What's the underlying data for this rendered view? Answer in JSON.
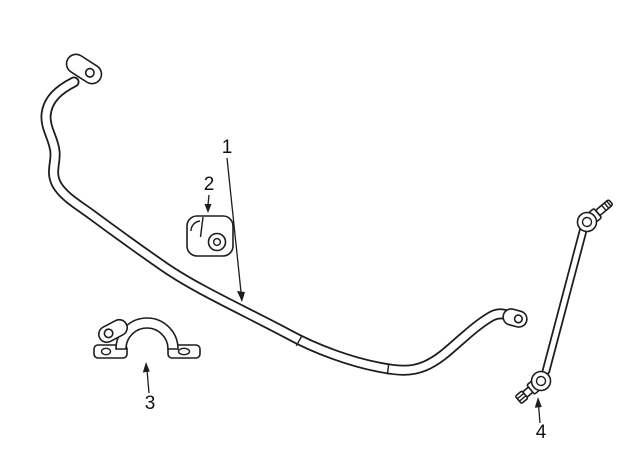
{
  "diagram": {
    "background": "#ffffff",
    "line_color": "#1d1d1d",
    "callouts": [
      {
        "label": "1",
        "part": "stabilizer-bar"
      },
      {
        "label": "2",
        "part": "stabilizer-bar-bushing"
      },
      {
        "label": "3",
        "part": "stabilizer-bar-bracket"
      },
      {
        "label": "4",
        "part": "stabilizer-link"
      }
    ]
  }
}
